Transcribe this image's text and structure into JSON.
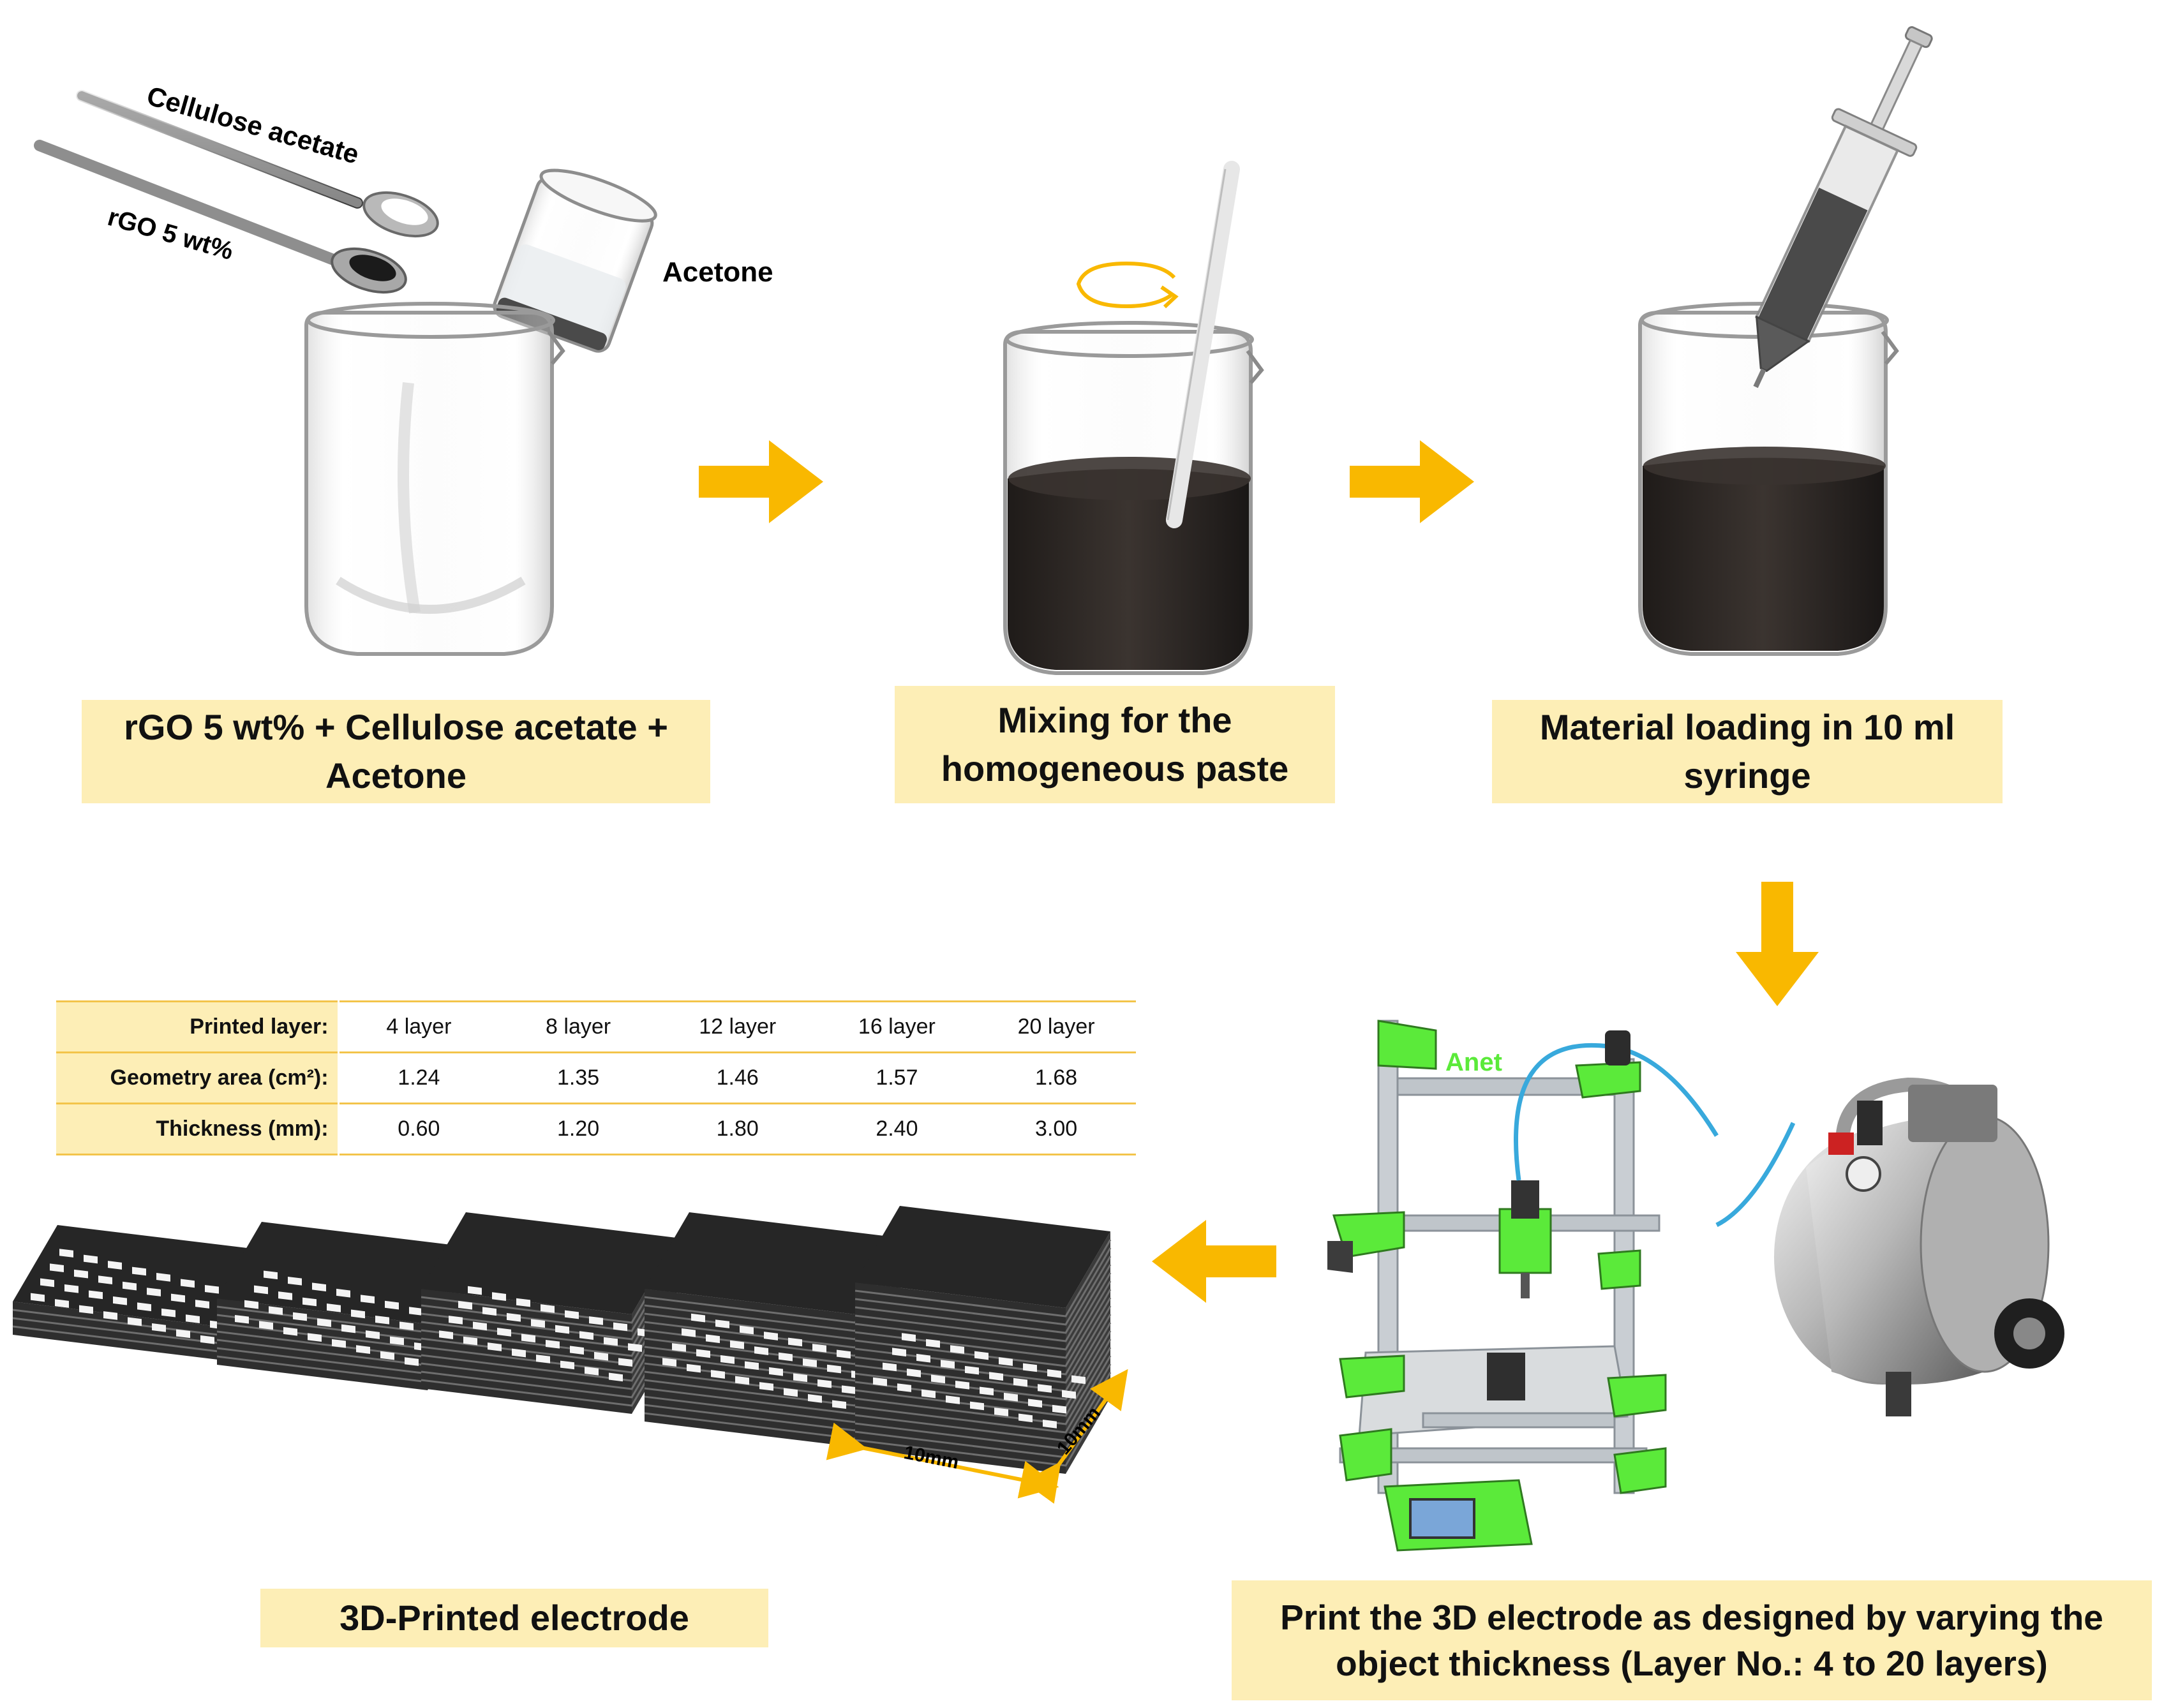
{
  "labels": {
    "cellulose_acetate": "Cellulose acetate",
    "rgo": "rGO 5 wt%",
    "acetone": "Acetone",
    "dim_x": "10mm",
    "dim_y": "10mm"
  },
  "captions": {
    "step1": "rGO 5 wt% + Cellulose acetate + Acetone",
    "step2": "Mixing for the homogeneous paste",
    "step3": "Material loading in 10 ml syringe",
    "step4": "Print the 3D electrode as designed by varying the object thickness (Layer No.: 4 to 20 layers)",
    "step5": "3D-Printed electrode"
  },
  "table": {
    "rows": [
      {
        "header": "Printed layer:",
        "values": [
          "4 layer",
          "8 layer",
          "12 layer",
          "16 layer",
          "20 layer"
        ]
      },
      {
        "header": "Geometry area (cm²):",
        "values": [
          "1.24",
          "1.35",
          "1.46",
          "1.57",
          "1.68"
        ]
      },
      {
        "header": "Thickness (mm):",
        "values": [
          "0.60",
          "1.20",
          "1.80",
          "2.40",
          "3.00"
        ]
      }
    ]
  },
  "printer_brand": "Anet",
  "colors": {
    "arrow": "#f9b800",
    "caption_bg": "#fdeeb6",
    "printer_green": "#5bea3a",
    "paste": "#2b2623",
    "tube": "#38a9dc"
  }
}
